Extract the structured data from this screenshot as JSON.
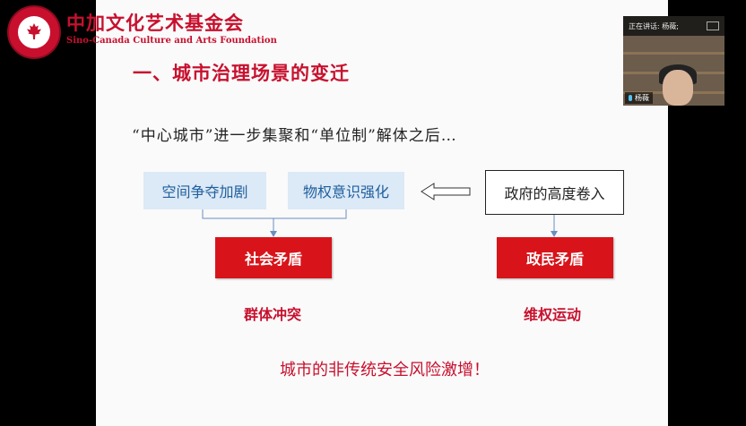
{
  "logo": {
    "cn_name": "中加文化艺术基金会",
    "en_name": "Sino-Canada Culture and Arts Foundation"
  },
  "slide": {
    "title": "一、城市治理场景的变迁",
    "subtitle": "“中心城市”进一步集聚和“单位制”解体之后…",
    "boxes": {
      "space_competition": "空间争夺加剧",
      "property_awareness": "物权意识强化",
      "government_involvement": "政府的高度卷入",
      "social_conflict": "社会矛盾",
      "state_citizen_conflict": "政民矛盾"
    },
    "labels": {
      "group_clash": "群体冲突",
      "rights_movement": "维权运动"
    },
    "conclusion": "城市的非传统安全风险激增！"
  },
  "video": {
    "speaking_label": "正在讲话: 杨薇;",
    "participant_name": "杨薇"
  },
  "colors": {
    "brand_red": "#c8102e",
    "box_blue_bg": "#dce9f6",
    "box_red_bg": "#d8141a"
  }
}
